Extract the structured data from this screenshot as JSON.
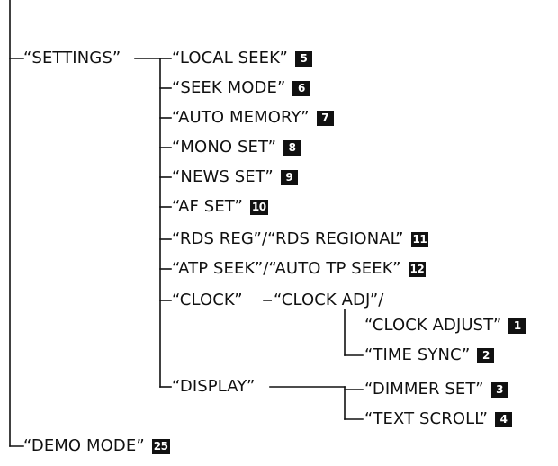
{
  "colors": {
    "line": "#111111",
    "badge_bg": "#111111",
    "badge_text": "#ffffff"
  },
  "menu": {
    "settings": {
      "label": "“SETTINGS”",
      "items": {
        "local_seek": {
          "label": "“LOCAL SEEK”",
          "ref": "5"
        },
        "seek_mode": {
          "label": "“SEEK MODE”",
          "ref": "6"
        },
        "auto_memory": {
          "label": "“AUTO MEMORY”",
          "ref": "7"
        },
        "mono_set": {
          "label": "“MONO SET”",
          "ref": "8"
        },
        "news_set": {
          "label": "“NEWS SET”",
          "ref": "9"
        },
        "af_set": {
          "label": "“AF SET”",
          "ref": "10"
        },
        "rds_reg": {
          "label": "“RDS REG”/“RDS REGIONAL”",
          "ref": "11"
        },
        "atp_seek": {
          "label": "“ATP SEEK”/“AUTO TP SEEK”",
          "ref": "12"
        },
        "clock": {
          "label": "“CLOCK”",
          "sub_label": "“CLOCK ADJ”/",
          "items": {
            "clock_adjust": {
              "label": "“CLOCK ADJUST”",
              "ref": "1"
            },
            "time_sync": {
              "label": "“TIME SYNC”",
              "ref": "2"
            }
          }
        },
        "display": {
          "label": "“DISPLAY”",
          "items": {
            "dimmer_set": {
              "label": "“DIMMER SET”",
              "ref": "3"
            },
            "text_scroll": {
              "label": "“TEXT SCROLL”",
              "ref": "4"
            }
          }
        }
      }
    },
    "demo_mode": {
      "label": "“DEMO MODE”",
      "ref": "25"
    }
  }
}
